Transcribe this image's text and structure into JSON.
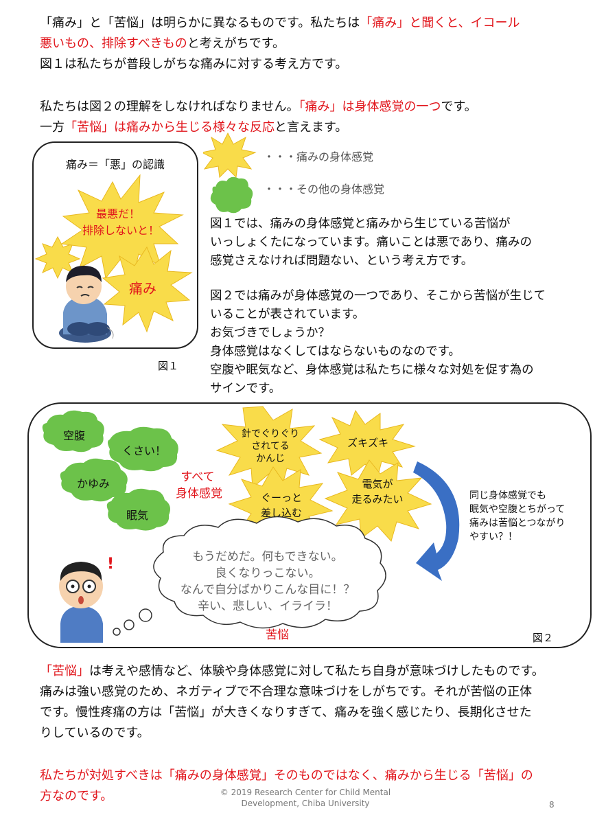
{
  "intro": {
    "line1": [
      {
        "t": "「痛み」と「苦悩」は明らかに異なるものです。私たちは",
        "red": false
      },
      {
        "t": "「痛み」と聞くと、イコール",
        "red": true
      }
    ],
    "line2": [
      {
        "t": "悪いもの、排除すべきもの",
        "red": true
      },
      {
        "t": "と考えがちです。",
        "red": false
      }
    ],
    "line3": "図１は私たちが普段しがちな痛みに対する考え方です。",
    "line4": [
      {
        "t": "私たちは図２の理解をしなければなりません。",
        "red": false
      },
      {
        "t": "「痛み」は身体感覚の一つ",
        "red": true
      },
      {
        "t": "です。",
        "red": false
      }
    ],
    "line5": [
      {
        "t": "一方",
        "red": false
      },
      {
        "t": "「苦悩」は痛みから生じる様々な反応",
        "red": true
      },
      {
        "t": "と言えます。",
        "red": false
      }
    ]
  },
  "figure1": {
    "title": "痛み＝「悪」の認識",
    "burst_text_1": "最悪だ！",
    "burst_text_2": "排除しないと！",
    "pain_label": "痛み",
    "caption": "図１"
  },
  "legend": {
    "pain_sensation": "・・・痛みの身体感覚",
    "other_sensation": "・・・その他の身体感覚"
  },
  "explanation": {
    "para1": [
      "図１では、痛みの身体感覚と痛みから生じている苦悩が",
      "いっしょくたになっています。痛いことは悪であり、痛みの",
      "感覚さえなければ問題ない、という考え方です。"
    ],
    "para2": [
      "図２では痛みが身体感覚の一つであり、そこから苦悩が生じて",
      "いることが表されています。",
      "お気づきでしょうか？",
      "身体感覚はなくしてはならないものなのです。",
      "空腹や眠気など、身体感覚は私たちに様々な対処を促す為の",
      "サインです。"
    ]
  },
  "figure2": {
    "green_items": [
      "空腹",
      "くさい！",
      "かゆみ",
      "眠気"
    ],
    "all_body_1": "すべて",
    "all_body_2": "身体感覚",
    "burst_needle": [
      "針でぐりぐり",
      "されてる",
      "かんじ"
    ],
    "burst_zuki": "ズキズキ",
    "burst_electric": [
      "電気が",
      "走るみたい"
    ],
    "burst_guu": [
      "ぐーっと",
      "差し込む"
    ],
    "note": [
      "同じ身体感覚でも",
      "眠気や空腹とちがって",
      "痛みは苦悩とつながり",
      "やすい？！"
    ],
    "thought": [
      "もうだめだ。何もできない。",
      "良くなりっこない。",
      "なんで自分ばかりこんな目に！？",
      "辛い、悲しい、イライラ！"
    ],
    "suffering_label": "苦悩",
    "exclaim": "!",
    "caption": "図２"
  },
  "conclusion": {
    "line1": [
      {
        "t": "「苦悩」",
        "red": true
      },
      {
        "t": "は考えや感情など、体験や身体感覚に対して私たち自身が意味づけしたものです。",
        "red": false
      }
    ],
    "line2": "痛みは強い感覚のため、ネガティブで不合理な意味づけをしがちです。それが苦悩の正体",
    "line3": "です。慢性疼痛の方は「苦悩」が大きくなりすぎて、痛みを強く感じたり、長期化させた",
    "line4": "りしているのです。",
    "final1": "私たちが対処すべきは「痛みの身体感覚」そのものではなく、痛みから生じる「苦悩」の",
    "final2": "方なのです。"
  },
  "footer": {
    "copyright_1": "© 2019  Research Center for Child Mental",
    "copyright_2": "Development, Chiba University",
    "page_number": "8"
  },
  "colors": {
    "red": "#e1161c",
    "burst_yellow": "#f9dc4a",
    "burst_stroke": "#e8b820",
    "green_blob": "#6cc24a",
    "arrow_blue": "#3a6fc4"
  }
}
